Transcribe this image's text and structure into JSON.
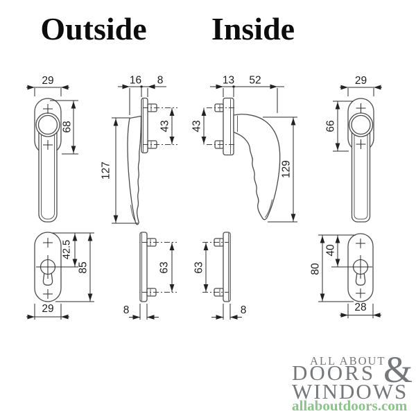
{
  "headers": {
    "outside": "Outside",
    "inside": "Inside"
  },
  "colors": {
    "background": "#ffffff",
    "outline": "#4a4a4a",
    "dimension": "#2a2a2a",
    "header_text": "#0c0c0c",
    "logo_gray": "#74787b",
    "logo_green": "#87c687"
  },
  "views": {
    "outside_handle_front": {
      "width": "29",
      "rose_height": "68"
    },
    "outside_handle_side": {
      "stem_offset": "16",
      "plate_thickness": "8",
      "screw_spacing": "43",
      "handle_length": "127"
    },
    "inside_handle_side": {
      "plate_thickness": "13",
      "projection": "52",
      "screw_spacing": "43",
      "handle_length": "129"
    },
    "inside_handle_front": {
      "width": "29",
      "rose_height": "66"
    },
    "outside_escutcheon_front": {
      "cylinder_offset": "42.5",
      "height": "85",
      "width": "29"
    },
    "outside_escutcheon_side": {
      "screw_spacing": "63",
      "thickness": "8"
    },
    "inside_escutcheon_side": {
      "screw_spacing": "63",
      "thickness": "8"
    },
    "inside_escutcheon_front": {
      "height": "80",
      "cylinder_offset": "40",
      "width": "28"
    }
  },
  "logo": {
    "tagline_top": "ALL ABOUT",
    "ampersand": "&",
    "word_doors": "DOORS",
    "word_windows": "WINDOWS",
    "website": "allaboutdoors.com"
  }
}
